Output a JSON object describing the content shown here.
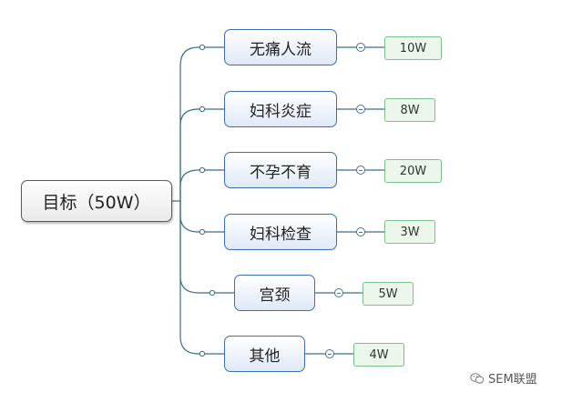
{
  "root": {
    "label": "目标（50W）"
  },
  "branches": [
    {
      "label": "无痛人流",
      "value": "10W"
    },
    {
      "label": "妇科炎症",
      "value": "8W"
    },
    {
      "label": "不孕不育",
      "value": "20W"
    },
    {
      "label": "妇科检查",
      "value": "3W"
    },
    {
      "label": "宫颈",
      "value": "5W"
    },
    {
      "label": "其他",
      "value": "4W"
    }
  ],
  "watermark": {
    "text": "SEM联盟",
    "icon": "wechat-icon"
  },
  "colors": {
    "node_border": "#3a6eb5",
    "tag_border": "#7cc08c",
    "connector": "#3c6e8c"
  }
}
